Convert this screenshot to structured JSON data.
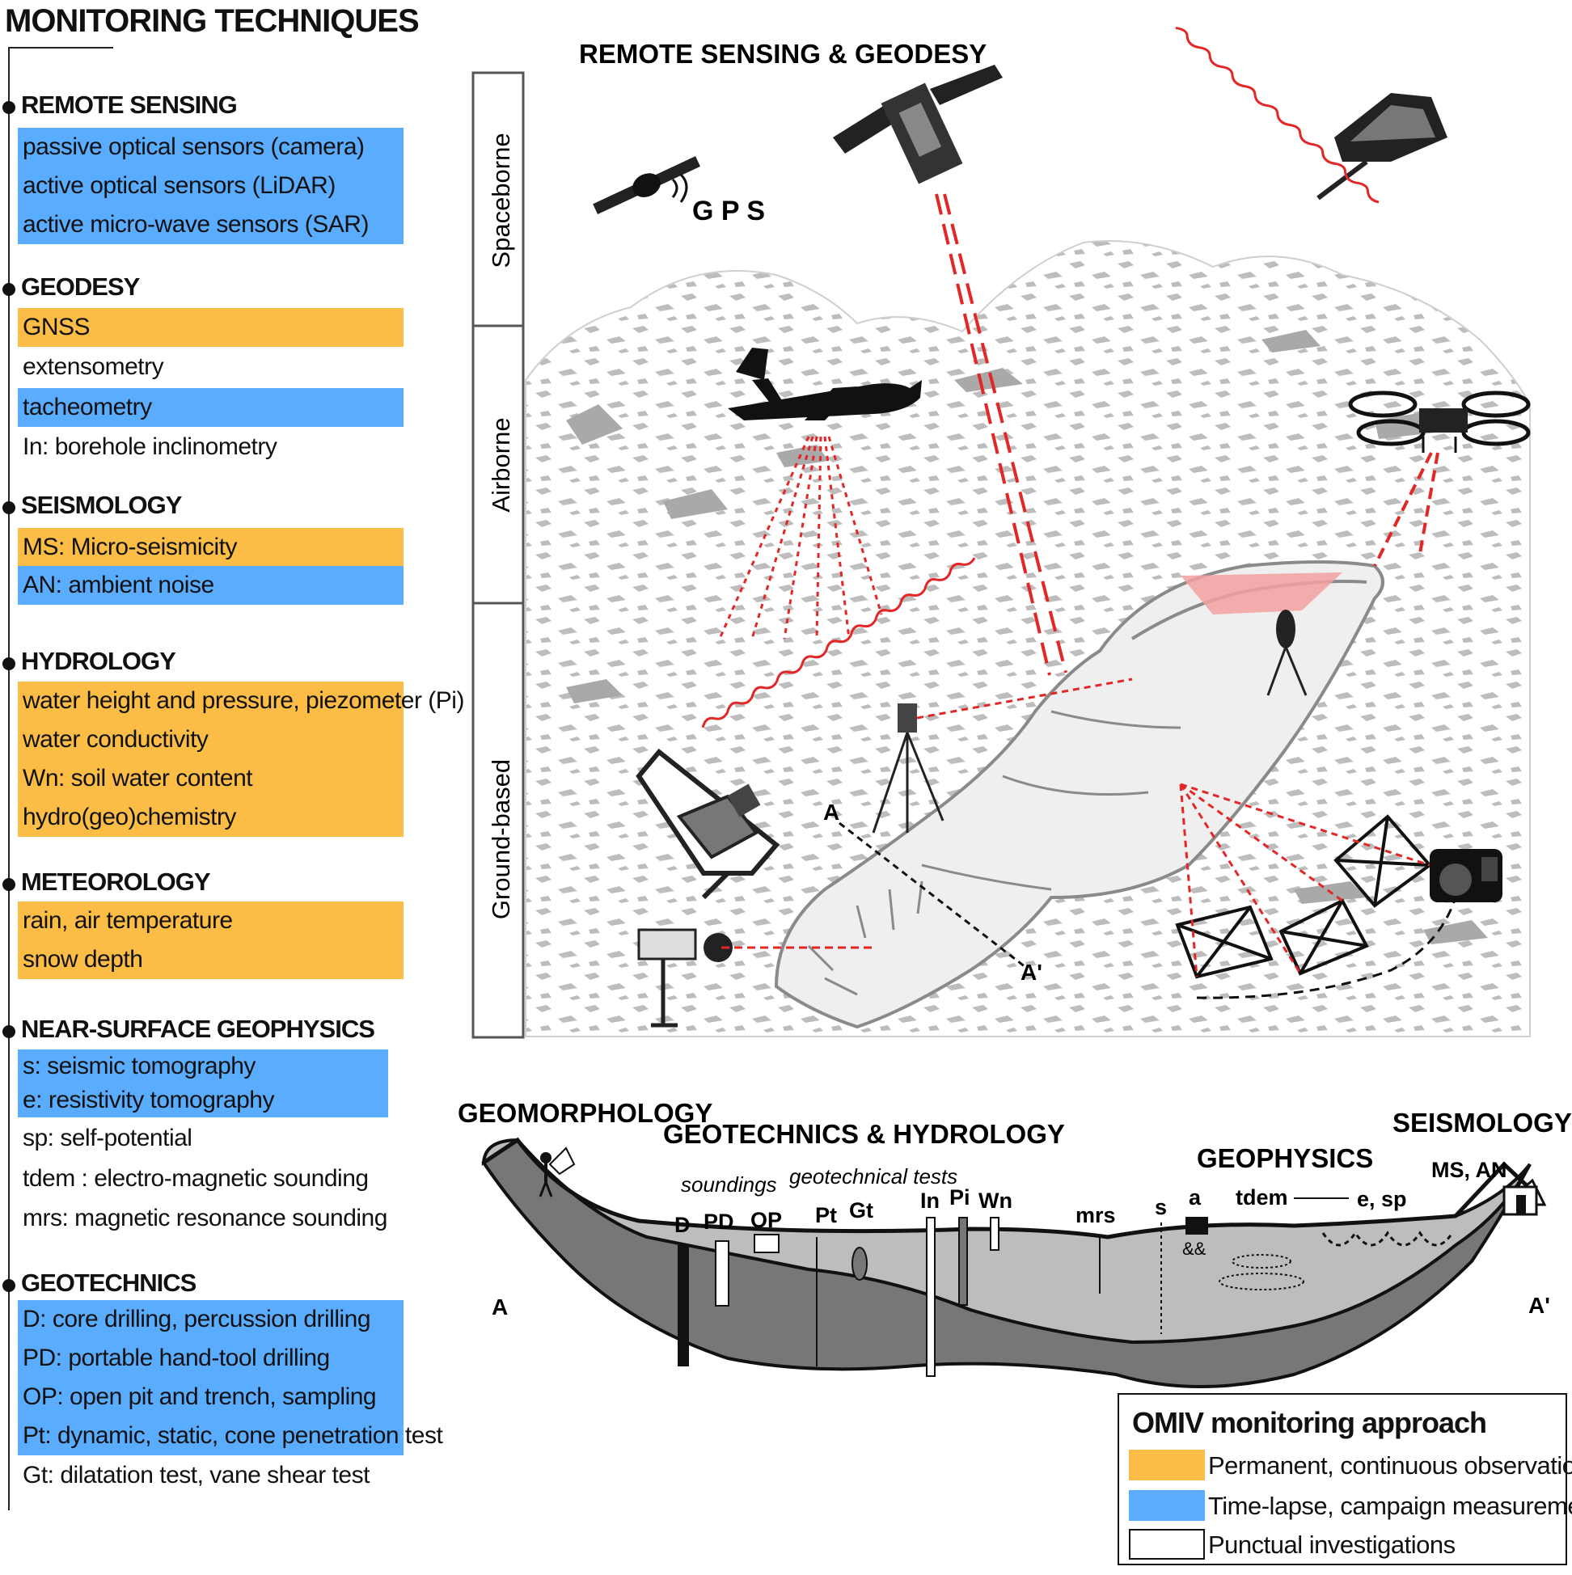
{
  "title": "MONITORING TECHNIQUES",
  "colors": {
    "permanent": "#fbbd46",
    "timelapse": "#5aacff",
    "punctual": "#ffffff",
    "signal": "#e32626"
  },
  "sections": [
    {
      "heading": "REMOTE SENSING",
      "items": [
        {
          "label": "passive optical sensors (camera)",
          "kind": "timelapse"
        },
        {
          "label": "active optical sensors (LiDAR)",
          "kind": "timelapse"
        },
        {
          "label": "active micro-wave sensors (SAR)",
          "kind": "timelapse"
        }
      ]
    },
    {
      "heading": "GEODESY",
      "items": [
        {
          "label": "GNSS",
          "kind": "permanent"
        },
        {
          "label": "extensometry",
          "kind": "punctual"
        },
        {
          "label": "tacheometry",
          "kind": "timelapse"
        },
        {
          "label": "In: borehole inclinometry",
          "kind": "punctual"
        }
      ]
    },
    {
      "heading": "SEISMOLOGY",
      "items": [
        {
          "label": "MS: Micro-seismicity",
          "kind": "permanent"
        },
        {
          "label": "AN: ambient noise",
          "kind": "timelapse"
        }
      ]
    },
    {
      "heading": "HYDROLOGY",
      "items": [
        {
          "label": "water height and pressure, piezometer (Pi)",
          "kind": "permanent"
        },
        {
          "label": "water conductivity",
          "kind": "permanent"
        },
        {
          "label": " Wn: soil water content",
          "kind": "permanent"
        },
        {
          "label": "hydro(geo)chemistry",
          "kind": "permanent"
        }
      ]
    },
    {
      "heading": "METEOROLOGY",
      "items": [
        {
          "label": "rain, air temperature",
          "kind": "permanent"
        },
        {
          "label": "snow depth",
          "kind": "permanent"
        }
      ]
    },
    {
      "heading": "NEAR-SURFACE GEOPHYSICS",
      "items": [
        {
          "label": "s: seismic tomography",
          "kind": "timelapse"
        },
        {
          "label": "e: resistivity tomography",
          "kind": "timelapse"
        },
        {
          "label": "sp: self-potential",
          "kind": "punctual"
        },
        {
          "label": "tdem : electro-magnetic sounding",
          "kind": "punctual"
        },
        {
          "label": "mrs: magnetic resonance sounding",
          "kind": "punctual"
        }
      ]
    },
    {
      "heading": "GEOTECHNICS",
      "items": [
        {
          "label": "D: core drilling, percussion drilling",
          "kind": "timelapse"
        },
        {
          "label": "PD: portable hand-tool drilling",
          "kind": "timelapse"
        },
        {
          "label": "OP: open pit and trench, sampling",
          "kind": "timelapse"
        },
        {
          "label": "Pt: dynamic, static, cone penetration test",
          "kind": "timelapse"
        },
        {
          "label": "Gt: dilatation test, vane shear test",
          "kind": "punctual"
        }
      ]
    }
  ],
  "top_diagram": {
    "heading": "REMOTE SENSING & GEODESY",
    "platforms": [
      "Spaceborne",
      "Airborne",
      "Ground-based"
    ],
    "gps_label": "G P S",
    "section_line_start": "A",
    "section_line_end": "A'"
  },
  "cross_section": {
    "headings": {
      "geomorphology": "GEOMORPHOLOGY",
      "geotechnics": "GEOTECHNICS & HYDROLOGY",
      "geophysics": "GEOPHYSICS",
      "seismology": "SEISMOLOGY"
    },
    "sub_labels": {
      "soundings": "soundings",
      "geotech_tests": "geotechnical tests"
    },
    "instrument_labels": {
      "D": "D",
      "PD": "PD",
      "OP": "OP",
      "Pt": "Pt",
      "Gt": "Gt",
      "In": "In",
      "Pi": "Pi",
      "Wn": "Wn",
      "mrs": "mrs",
      "s": "s",
      "a": "a",
      "tdem": "tdem",
      "esp": "e, sp",
      "msan": "MS, AN",
      "ampersand": "&&"
    },
    "end_left": "A",
    "end_right": "A'"
  },
  "legend": {
    "title": "OMIV monitoring approach",
    "entries": [
      {
        "label": "Permanent, continuous observations",
        "kind": "permanent"
      },
      {
        "label": "Time-lapse, campaign measurements",
        "kind": "timelapse"
      },
      {
        "label": "Punctual investigations",
        "kind": "punctual"
      }
    ]
  }
}
